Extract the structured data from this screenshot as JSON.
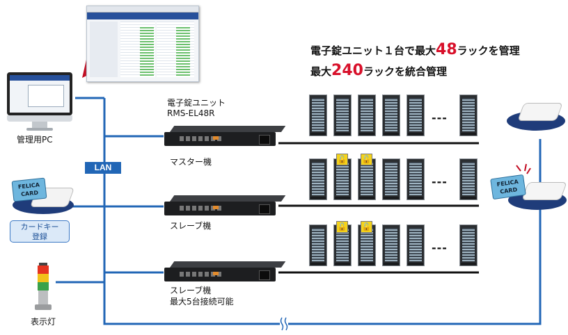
{
  "headline": {
    "line1_prefix": "電子錠ユニット１台で最大",
    "line1_number": "48",
    "line1_suffix": "ラックを管理",
    "line2_prefix": "最大",
    "line2_number": "240",
    "line2_suffix": "ラックを統合管理"
  },
  "unit": {
    "name": "電子錠ユニット",
    "model": "RMS-EL48R"
  },
  "rows": [
    {
      "label": "マスター機",
      "label2": ""
    },
    {
      "label": "スレーブ機",
      "label2": ""
    },
    {
      "label": "スレーブ機",
      "label2": "最大5台接続可能"
    }
  ],
  "left": {
    "pc_label": "管理用PC",
    "card_btn_line1": "カードキー",
    "card_btn_line2": "登録",
    "light_label": "表示灯",
    "lan_label": "LAN",
    "card_text1": "FELICA",
    "card_text2": "CARD"
  },
  "right": {
    "card_text1": "FELICA",
    "card_text2": "CARD"
  },
  "device_model": "RMS-EL48R",
  "dots": "---",
  "break_mark": "≈",
  "colors": {
    "lan": "#2166b6",
    "accent": "#d8102a",
    "lock": "#f4d31b"
  }
}
